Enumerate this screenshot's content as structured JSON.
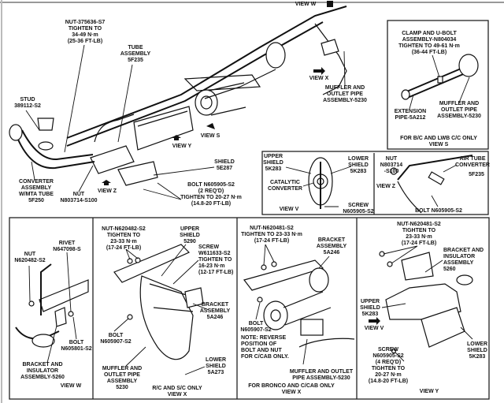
{
  "labels": {
    "nut_375636": [
      "NUT-375636-S7",
      "TIGHTEN TO",
      "34-49 N·m",
      "(25-36 FT-LB)"
    ],
    "tube_assembly": [
      "TUBE",
      "ASSEMBLY",
      "5F235"
    ],
    "stud": [
      "STUD",
      "389112-S2"
    ],
    "converter_assembly": [
      "CONVERTER",
      "ASSEMBLY",
      "W/MTA TUBE",
      "5F250"
    ],
    "nut_n803714_main": [
      "NUT",
      "N803714-S100"
    ],
    "view_z_main": [
      "VIEW Z"
    ],
    "view_y_main": [
      "VIEW Y"
    ],
    "view_s_main": [
      "VIEW S"
    ],
    "view_w_main": [
      "VIEW W"
    ],
    "view_x_main": [
      "VIEW X"
    ],
    "shield_5e287": [
      "SHIELD",
      "5E287"
    ],
    "bolt_n605905_main": [
      "BOLT N605905-S2",
      "(2 REQ'D)",
      "TIGHTEN TO 20-27 N·m",
      "(14.8-20 FT-LB)"
    ],
    "muffler_main": [
      "MUFFLER AND",
      "OUTLET PIPE",
      "ASSEMBLY-5230"
    ],
    "s_clamp": [
      "CLAMP AND U-BOLT",
      "ASSEMBLY-N804034",
      "TIGHTEN TO 49-61 N·m",
      "(36-44 FT-LB)"
    ],
    "s_extension": [
      "EXTENSION",
      "PIPE-5A212"
    ],
    "s_muffler": [
      "MUFFLER AND",
      "OUTLET PIPE",
      "ASSEMBLY-5230"
    ],
    "s_caption": [
      "FOR B/C AND LWB C/C ONLY",
      "VIEW S"
    ],
    "v_upper": [
      "UPPER",
      "SHIELD",
      "5K283"
    ],
    "v_lower": [
      "LOWER",
      "SHIELD",
      "5K283"
    ],
    "v_cat": [
      "CATALYTIC",
      "CONVERTER"
    ],
    "v_caption": [
      "VIEW V"
    ],
    "v_screw": [
      "SCREW",
      "N605905-S2"
    ],
    "z_nut": [
      "NUT",
      "N803714",
      "-S100"
    ],
    "z_airtube": [
      "AIR TUBE",
      "CONVERTER"
    ],
    "z_5f235": [
      "5F235"
    ],
    "z_caption": [
      "VIEW Z"
    ],
    "z_bolt": [
      "BOLT N605905-S2"
    ],
    "w_nut": [
      "NUT",
      "N620482-S2"
    ],
    "w_rivet": [
      "RIVET",
      "N647098-S"
    ],
    "w_bolt": [
      "BOLT",
      "N605801-S2"
    ],
    "w_bracket": [
      "BRACKET AND",
      "INSULATOR",
      "ASSEMBLY-5260"
    ],
    "w_caption": [
      "VIEW W"
    ],
    "x1_nut": [
      "NUT-N620482-S2",
      "TIGHTEN TO",
      "23-33 N·m",
      "(17-24 FT-LB)"
    ],
    "x1_upper": [
      "UPPER",
      "SHIELD",
      "5290"
    ],
    "x1_screw": [
      "SCREW",
      "W611633-S2",
      "TIGHTEN TO",
      "16-23 N·m",
      "(12-17 FT-LB)"
    ],
    "x1_bracket": [
      "BRACKET",
      "ASSEMBLY",
      "5A246"
    ],
    "x1_bolt": [
      "BOLT",
      "N605907-S2"
    ],
    "x1_muffler": [
      "MUFFLER AND",
      "OUTLET PIPE",
      "ASSEMBLY",
      "5230"
    ],
    "x1_lower": [
      "LOWER",
      "SHIELD",
      "5A273"
    ],
    "x1_caption": [
      "R/C AND S/C ONLY",
      "VIEW X"
    ],
    "x2_nut": [
      "NUT-N620481-S2",
      "TIGHTEN TO 23-33 N·m",
      "(17-24 FT-LB)"
    ],
    "x2_bracket": [
      "BRACKET",
      "ASSEMBLY",
      "5A246"
    ],
    "x2_bolt": [
      "BOLT",
      "N605907-S2"
    ],
    "x2_note": [
      "NOTE:  REVERSE",
      "POSITION OF",
      "BOLT AND NUT",
      "FOR C/CAB ONLY."
    ],
    "x2_muffler": [
      "MUFFLER AND OUTLET",
      "PIPE ASSEMBLY-5230"
    ],
    "x2_caption": [
      "FOR BRONCO AND C/CAB ONLY",
      "VIEW X"
    ],
    "y_nut": [
      "NUT-N620481-S2",
      "TIGHTEN TO",
      "23-33 N·m",
      "(17-24 FT-LB)"
    ],
    "y_bracket": [
      "BRACKET AND",
      "INSULATOR",
      "ASSEMBLY",
      "5260"
    ],
    "y_upper": [
      "UPPER",
      "SHIELD",
      "5K283"
    ],
    "y_viewv": [
      "VIEW V"
    ],
    "y_lower": [
      "LOWER",
      "SHIELD",
      "5K283"
    ],
    "y_screw": [
      "SCREW",
      "N605905-S2",
      "(4 REQ'D)",
      "TIGHTEN TO",
      "20-27 N·m",
      "(14.8-20 FT-LB)"
    ],
    "y_caption": [
      "VIEW Y"
    ]
  }
}
